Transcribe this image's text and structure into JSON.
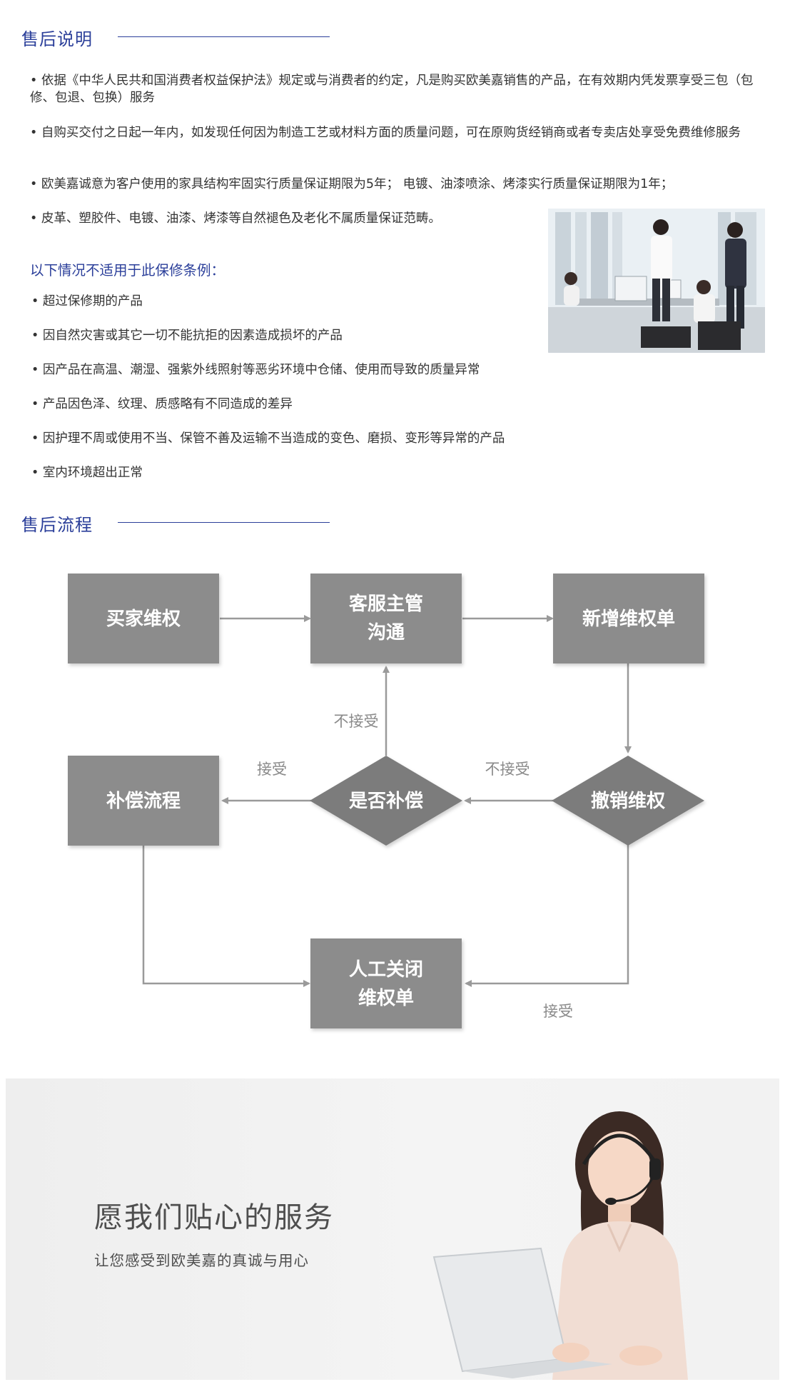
{
  "section1": {
    "title": "售后说明",
    "paragraphs": [
      "• 依据《中华人民共和国消费者权益保护法》规定或与消费者的约定，凡是购买欧美嘉销售的产品，在有效期内凭发票享受三包（包修、包退、包换）服务",
      "• 自购买交付之日起一年内，如发现任何因为制造工艺或材料方面的质量问题，可在原购货经销商或者专卖店处享受免费维修服务",
      "• 欧美嘉诚意为客户使用的家具结构牢固实行质量保证期限为5年； 电镀、油漆喷涂、烤漆实行质量保证期限为1年；",
      "• 皮革、塑胶件、电镀、油漆、烤漆等自然褪色及老化不属质量保证范畴。"
    ],
    "exclusions_title": "以下情况不适用于此保修条例：",
    "exclusions": [
      "• 超过保修期的产品",
      "• 因自然灾害或其它一切不能抗拒的因素造成损坏的产品",
      "• 因产品在高温、潮湿、强紫外线照射等恶劣环境中仓储、使用而导致的质量异常",
      "• 产品因色泽、纹理、质感略有不同造成的差异",
      "• 因护理不周或使用不当、保管不善及运输不当造成的变色、磨损、变形等异常的产品",
      "• 室内环境超出正常"
    ]
  },
  "section2": {
    "title": "售后流程",
    "nodes": {
      "buyer": "买家维权",
      "cs_line1": "客服主管",
      "cs_line2": "沟通",
      "new_ticket": "新增维权单",
      "compensation": "补偿流程",
      "decide": "是否补偿",
      "revoke": "撤销维权",
      "close_line1": "人工关闭",
      "close_line2": "维权单"
    },
    "labels": {
      "reject_up": "不接受",
      "accept_left": "接受",
      "reject_mid": "不接受",
      "accept_bottom": "接受"
    }
  },
  "banner": {
    "title": "愿我们贴心的服务",
    "subtitle": "让您感受到欧美嘉的真诚与用心"
  },
  "colors": {
    "accent": "#2b3f9a",
    "box": "#8c8c8c",
    "diamond": "#7b7b7b",
    "arrow": "#9a9a9a"
  }
}
